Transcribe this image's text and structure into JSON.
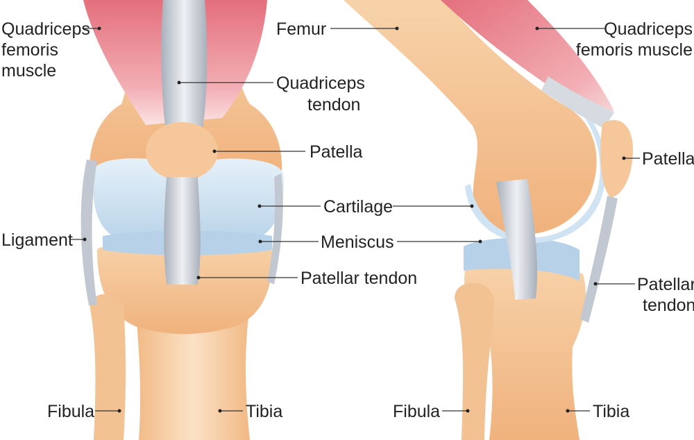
{
  "front_view": {
    "quadriceps_muscle": [
      "Quadriceps",
      "femoris",
      "muscle"
    ],
    "quadriceps_tendon": [
      "Quadriceps",
      "tendon"
    ],
    "patella": "Patella",
    "cartilage": "Cartilage",
    "ligament": "Ligament",
    "meniscus": "Meniscus",
    "patellar_tendon": "Patellar tendon",
    "fibula": "Fibula",
    "tibia": "Tibia"
  },
  "side_view": {
    "femur": "Femur",
    "quadriceps_muscle": [
      "Quadriceps",
      "femoris muscle"
    ],
    "patella": "Patella",
    "patellar_tendon": [
      "Patellar",
      "tendon"
    ],
    "fibula": "Fibula",
    "tibia": "Tibia"
  },
  "colors": {
    "bone": "#f5c99a",
    "bone_light": "#fbe3c7",
    "muscle": "#e98b94",
    "tendon": "#c9ced6",
    "cartilage": "#cfe3f2",
    "meniscus": "#b7d2e8"
  }
}
